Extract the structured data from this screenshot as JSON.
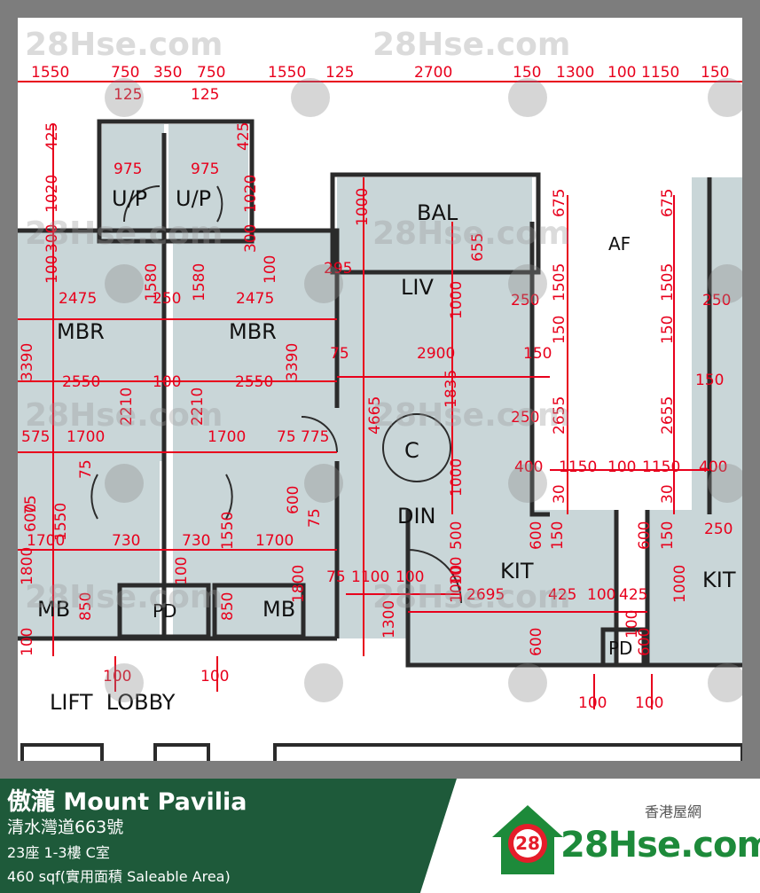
{
  "plan": {
    "watermark": "28Hse.com",
    "badge": "28",
    "rooms": {
      "up_left": "U/P",
      "up_right": "U/P",
      "mbr_left": "MBR",
      "mbr_right": "MBR",
      "bal": "BAL",
      "liv": "LIV",
      "din": "DIN",
      "unit": "C",
      "mb_left": "MB",
      "mb_right": "MB",
      "pd_left": "PD",
      "pd_right": "PD",
      "kit_left": "KIT",
      "kit_right": "KIT",
      "af": "AF",
      "lift_lobby": "LIFT  LOBBY"
    },
    "top_dims": [
      "1550",
      "750",
      "350",
      "750",
      "1550",
      "125",
      "2700",
      "150",
      "1300",
      "100",
      "1150",
      "150"
    ],
    "top_dims_sub": [
      "125",
      "125"
    ],
    "dims": {
      "d425a": "425",
      "d425b": "425",
      "d975a": "975",
      "d975b": "975",
      "d1020a": "1020",
      "d1020b": "1020",
      "d300a": "300",
      "d300b": "300",
      "d100a": "100",
      "d100b": "100",
      "d1580a": "1580",
      "d1580b": "1580",
      "d2475a": "2475",
      "d250a": "250",
      "d2475b": "2475",
      "d3390a": "3390",
      "d3390b": "3390",
      "d2550a": "2550",
      "d100c": "100",
      "d2550b": "2550",
      "d2210a": "2210",
      "d2210b": "2210",
      "d75a": "75",
      "d575": "575",
      "d1700a": "1700",
      "d1700b": "1700",
      "d75775": "75 775",
      "d4665": "4665",
      "d1000a": "1000",
      "d295": "295",
      "d655": "655",
      "d1000b": "1000",
      "d75b": "75",
      "d2900": "2900",
      "d150a": "150",
      "d1835": "1835",
      "d675a": "675",
      "d675b": "675",
      "d1505a": "1505",
      "d1505b": "1505",
      "d250b": "250",
      "d250c": "250",
      "d150b": "150",
      "d150c": "150",
      "d2655a": "2655",
      "d2655b": "2655",
      "d150d": "150",
      "d250d": "250",
      "d400a": "400",
      "d1150a": "1150",
      "d100d": "100",
      "d1150b": "1150",
      "d400b": "400",
      "d30a": "30",
      "d30b": "30",
      "d1000c": "1000",
      "d600a": "600",
      "d600b": "600",
      "d75c": "75",
      "d1550a": "1550",
      "d1550b": "1550",
      "d1700c": "1700",
      "d730a": "730",
      "d730b": "730",
      "d1700d": "1700",
      "d75d": "75",
      "d500": "500",
      "d600c": "600",
      "d150e": "150",
      "d600d": "600",
      "d150f": "150",
      "d250e": "250",
      "d1800a": "1800",
      "d100e": "100",
      "d1800b": "1800",
      "d75e": "75",
      "d1100": "1100",
      "d100f": "100",
      "d100g": "100",
      "d2695": "2695",
      "d425c": "425",
      "d100h": "100",
      "d425d": "425",
      "d850a": "850",
      "d850b": "850",
      "d1300": "1300",
      "d1000d": "1000",
      "d100i": "100",
      "d600e": "600",
      "d600f": "600",
      "d100j": "100",
      "d100k": "100",
      "d100l": "100",
      "d100m": "100",
      "d100n": "100",
      "d100o": "100",
      "d600g": "600"
    }
  },
  "footer": {
    "title": "傲瀧 Mount Pavilia",
    "address": "清水灣道663號",
    "unit": "23座 1-3樓 C室",
    "area": "460 sqf(實用面積 Saleable Area)",
    "brand_cn": "香港屋網",
    "brand_logo_badge": "28",
    "brand_name": "28Hse.com"
  },
  "colors": {
    "frame": "#7d7d7d",
    "room_fill": "#c9d6d8",
    "wall": "#2b2b2b",
    "dimension": "#e8001c",
    "footer_green": "#1e5a3a",
    "brand_green": "#1d8a3a",
    "brand_red": "#e51d2a"
  }
}
